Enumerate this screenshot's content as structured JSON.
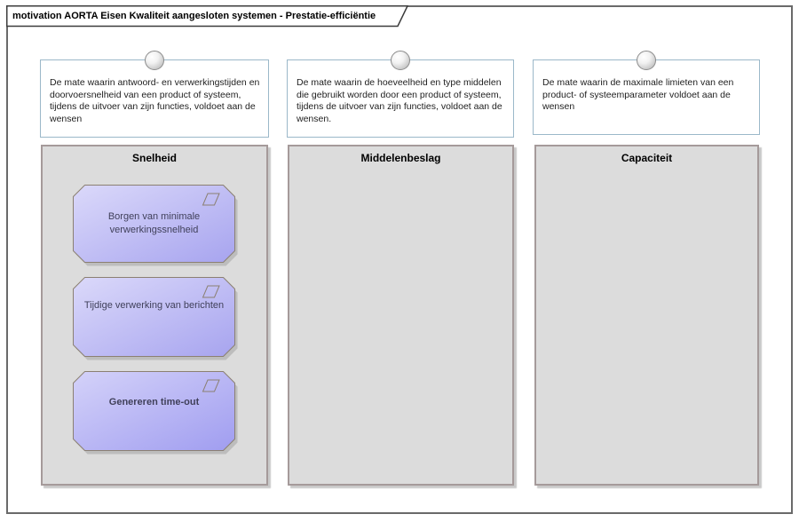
{
  "diagram": {
    "title": "motivation AORTA Eisen Kwaliteit aangesloten systemen - Prestatie-efficiëntie"
  },
  "notes": [
    {
      "text": "De mate waarin antwoord- en verwerkingstijden en doorvoersnelheid van een product of systeem, tijdens de uitvoer van zijn functies, voldoet aan de wensen"
    },
    {
      "text": "De mate waarin de hoeveelheid en type middelen die gebruikt worden door een product of systeem, tijdens de uitvoer van zijn functies, voldoet aan de wensen."
    },
    {
      "text": "De mate waarin de maximale limieten van een product- of systeemparameter voldoet aan de wensen"
    }
  ],
  "columns": [
    {
      "label": "Snelheid"
    },
    {
      "label": "Middelenbeslag"
    },
    {
      "label": "Capaciteit"
    }
  ],
  "requirements": [
    {
      "label": "Borgen van minimale verwerkingssnelheid"
    },
    {
      "label": "Tijdige verwerking van berichten"
    },
    {
      "label": "Genereren time-out"
    }
  ],
  "colors": {
    "frame_border": "#6a6a6a",
    "note_border": "#9bb8c9",
    "column_fill": "#dcdcdc",
    "column_border": "#a59a9a",
    "requirement_fill_start": "#d8d6f9",
    "requirement_fill_end": "#a7a4ef",
    "requirement_border": "#8b8072",
    "requirement_text": "#40405a"
  }
}
